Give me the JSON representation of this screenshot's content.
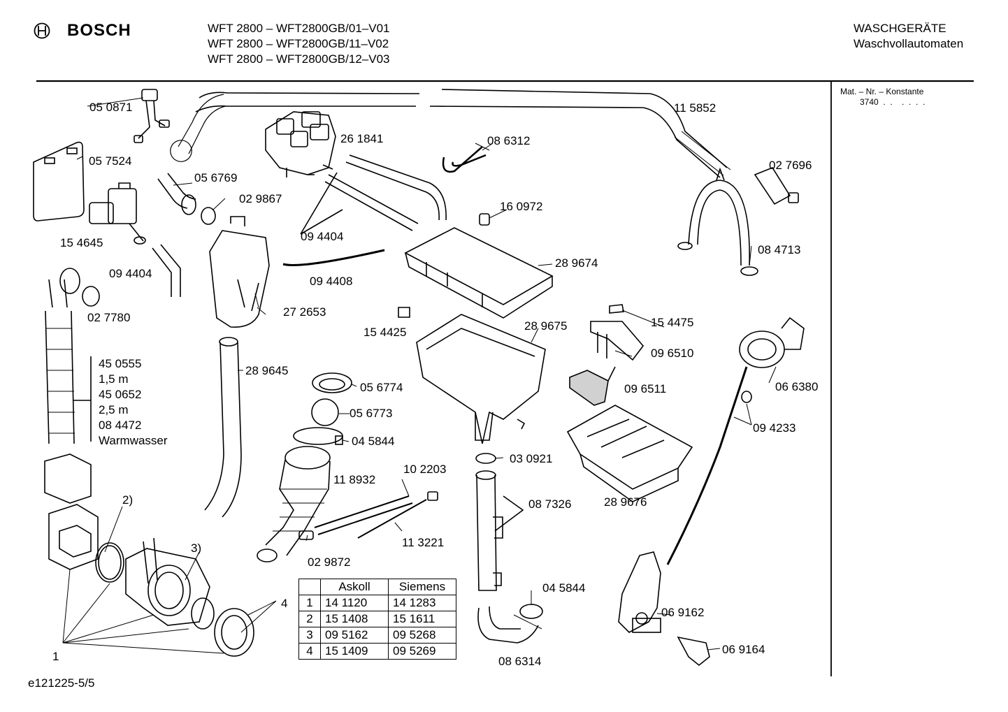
{
  "header": {
    "brand": "BOSCH",
    "models": [
      "WFT 2800 – WFT2800GB/01–V01",
      "WFT 2800 – WFT2800GB/11–V02",
      "WFT 2800 – WFT2800GB/12–V03"
    ],
    "category_de": "WASCHGERÄTE",
    "subcategory_de": "Waschvollautomaten"
  },
  "sidebar": {
    "title": "Mat. – Nr. – Konstante",
    "value": "3740  .  .    .  .  .  ."
  },
  "parts": {
    "p050871": "05 0871",
    "p057524": "05 7524",
    "p154645": "15 4645",
    "p056769": "05 6769",
    "p029867": "02 9867",
    "p094404a": "09 4404",
    "p094404b": "09 4404",
    "p027780": "02 7780",
    "p261841": "26 1841",
    "p086312": "08 6312",
    "p115852": "11 5852",
    "p027696": "02 7696",
    "p160972": "16 0972",
    "p094408": "09 4408",
    "p289674": "28 9674",
    "p084713": "08 4713",
    "p272653": "27 2653",
    "p154425": "15 4425",
    "p289675": "28 9675",
    "p154475": "15 4475",
    "p096510": "09 6510",
    "p096511": "09 6511",
    "p066380": "06 6380",
    "p289645": "28 9645",
    "p056774": "05 6774",
    "p056773": "05 6773",
    "p045844a": "04 5844",
    "p094233": "09 4233",
    "p118932": "11 8932",
    "p102203": "10 2203",
    "p030921": "03 0921",
    "p087326": "08 7326",
    "p289676": "28 9676",
    "p113221": "11 3221",
    "p029872": "02 9872",
    "p045844b": "04 5844",
    "p069162": "06 9162",
    "p086314": "08 6314",
    "p069164": "06 9164"
  },
  "hose_group": [
    "45 0555",
    "1,5 m",
    "45 0652",
    "2,5 m",
    "08 4472",
    "Warmwasser"
  ],
  "callouts": {
    "c1": "1",
    "c2": "2)",
    "c3": "3)",
    "c4": "4"
  },
  "parts_table": {
    "headers": [
      "",
      "Askoll",
      "Siemens"
    ],
    "rows": [
      [
        "1",
        "14 1120",
        "14 1283"
      ],
      [
        "2",
        "15 1408",
        "15 1611"
      ],
      [
        "3",
        "09 5162",
        "09 5268"
      ],
      [
        "4",
        "15 1409",
        "09 5269"
      ]
    ]
  },
  "footer": {
    "drawing_id": "e121225-5/5"
  }
}
